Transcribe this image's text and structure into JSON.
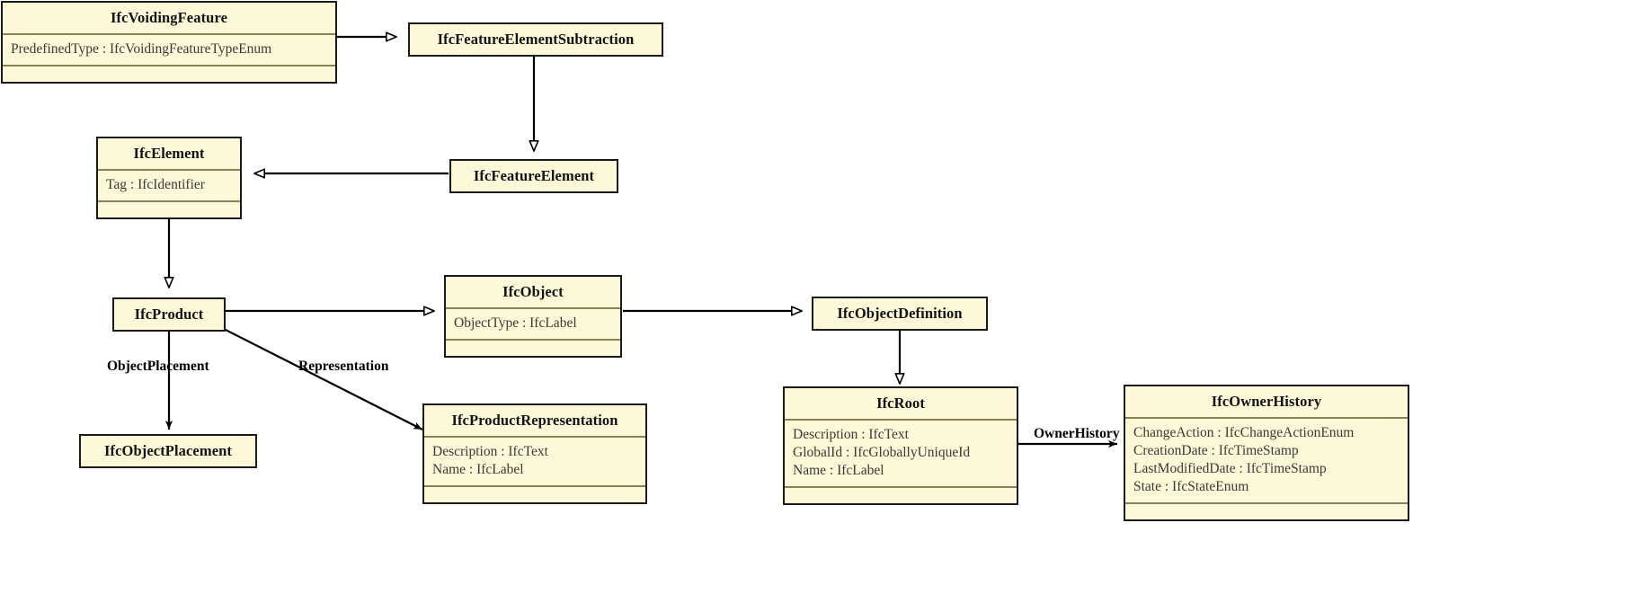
{
  "diagram": {
    "kind": "uml-class-diagram",
    "title": "IFC entity inheritance diagram",
    "fill_color": "#FCF8D8",
    "border_color": "#1a1a1a",
    "separator_color": "#8a8156",
    "background_color": "#ffffff",
    "line_color": "#000000"
  },
  "classes": [
    {
      "id": "IfcVoidingFeature",
      "name": "IfcVoidingFeature",
      "attributes": [
        "PredefinedType : IfcVoidingFeatureTypeEnum"
      ],
      "has_empty_compartment": true
    },
    {
      "id": "IfcFeatureElementSubtraction",
      "name": "IfcFeatureElementSubtraction",
      "attributes": [],
      "has_empty_compartment": false
    },
    {
      "id": "IfcElement",
      "name": "IfcElement",
      "attributes": [
        "Tag : IfcIdentifier"
      ],
      "has_empty_compartment": true
    },
    {
      "id": "IfcFeatureElement",
      "name": "IfcFeatureElement",
      "attributes": [],
      "has_empty_compartment": false
    },
    {
      "id": "IfcProduct",
      "name": "IfcProduct",
      "attributes": [],
      "has_empty_compartment": false
    },
    {
      "id": "IfcObject",
      "name": "IfcObject",
      "attributes": [
        "ObjectType : IfcLabel"
      ],
      "has_empty_compartment": true
    },
    {
      "id": "IfcObjectDefinition",
      "name": "IfcObjectDefinition",
      "attributes": [],
      "has_empty_compartment": false
    },
    {
      "id": "IfcObjectPlacement",
      "name": "IfcObjectPlacement",
      "attributes": [],
      "has_empty_compartment": false
    },
    {
      "id": "IfcProductRepresentation",
      "name": "IfcProductRepresentation",
      "attributes": [
        "Description : IfcText",
        "Name : IfcLabel"
      ],
      "has_empty_compartment": true
    },
    {
      "id": "IfcRoot",
      "name": "IfcRoot",
      "attributes": [
        "Description : IfcText",
        "GlobalId : IfcGloballyUniqueId",
        "Name : IfcLabel"
      ],
      "has_empty_compartment": true
    },
    {
      "id": "IfcOwnerHistory",
      "name": "IfcOwnerHistory",
      "attributes": [
        "ChangeAction : IfcChangeActionEnum",
        "CreationDate : IfcTimeStamp",
        "LastModifiedDate : IfcTimeStamp",
        "State : IfcStateEnum"
      ],
      "has_empty_compartment": true
    }
  ],
  "relationships": [
    {
      "id": "rel-voiding-subtraction",
      "from": "IfcVoidingFeature",
      "to": "IfcFeatureElementSubtraction",
      "type": "generalization",
      "label": ""
    },
    {
      "id": "rel-subtraction-featureelement",
      "from": "IfcFeatureElementSubtraction",
      "to": "IfcFeatureElement",
      "type": "generalization",
      "label": ""
    },
    {
      "id": "rel-featureelement-element",
      "from": "IfcFeatureElement",
      "to": "IfcElement",
      "type": "generalization",
      "label": ""
    },
    {
      "id": "rel-element-product",
      "from": "IfcElement",
      "to": "IfcProduct",
      "type": "generalization",
      "label": ""
    },
    {
      "id": "rel-product-object",
      "from": "IfcProduct",
      "to": "IfcObject",
      "type": "generalization",
      "label": ""
    },
    {
      "id": "rel-object-objectdefinition",
      "from": "IfcObject",
      "to": "IfcObjectDefinition",
      "type": "generalization",
      "label": ""
    },
    {
      "id": "rel-objectdefinition-root",
      "from": "IfcObjectDefinition",
      "to": "IfcRoot",
      "type": "generalization",
      "label": ""
    },
    {
      "id": "rel-product-objectplacement",
      "from": "IfcProduct",
      "to": "IfcObjectPlacement",
      "type": "association",
      "label": "ObjectPlacement"
    },
    {
      "id": "rel-product-productrepresentation",
      "from": "IfcProduct",
      "to": "IfcProductRepresentation",
      "type": "association",
      "label": "Representation"
    },
    {
      "id": "rel-root-ownerhistory",
      "from": "IfcRoot",
      "to": "IfcOwnerHistory",
      "type": "association",
      "label": "OwnerHistory"
    }
  ],
  "edge_labels": {
    "object_placement": "ObjectPlacement",
    "representation": "Representation",
    "owner_history": "OwnerHistory"
  }
}
